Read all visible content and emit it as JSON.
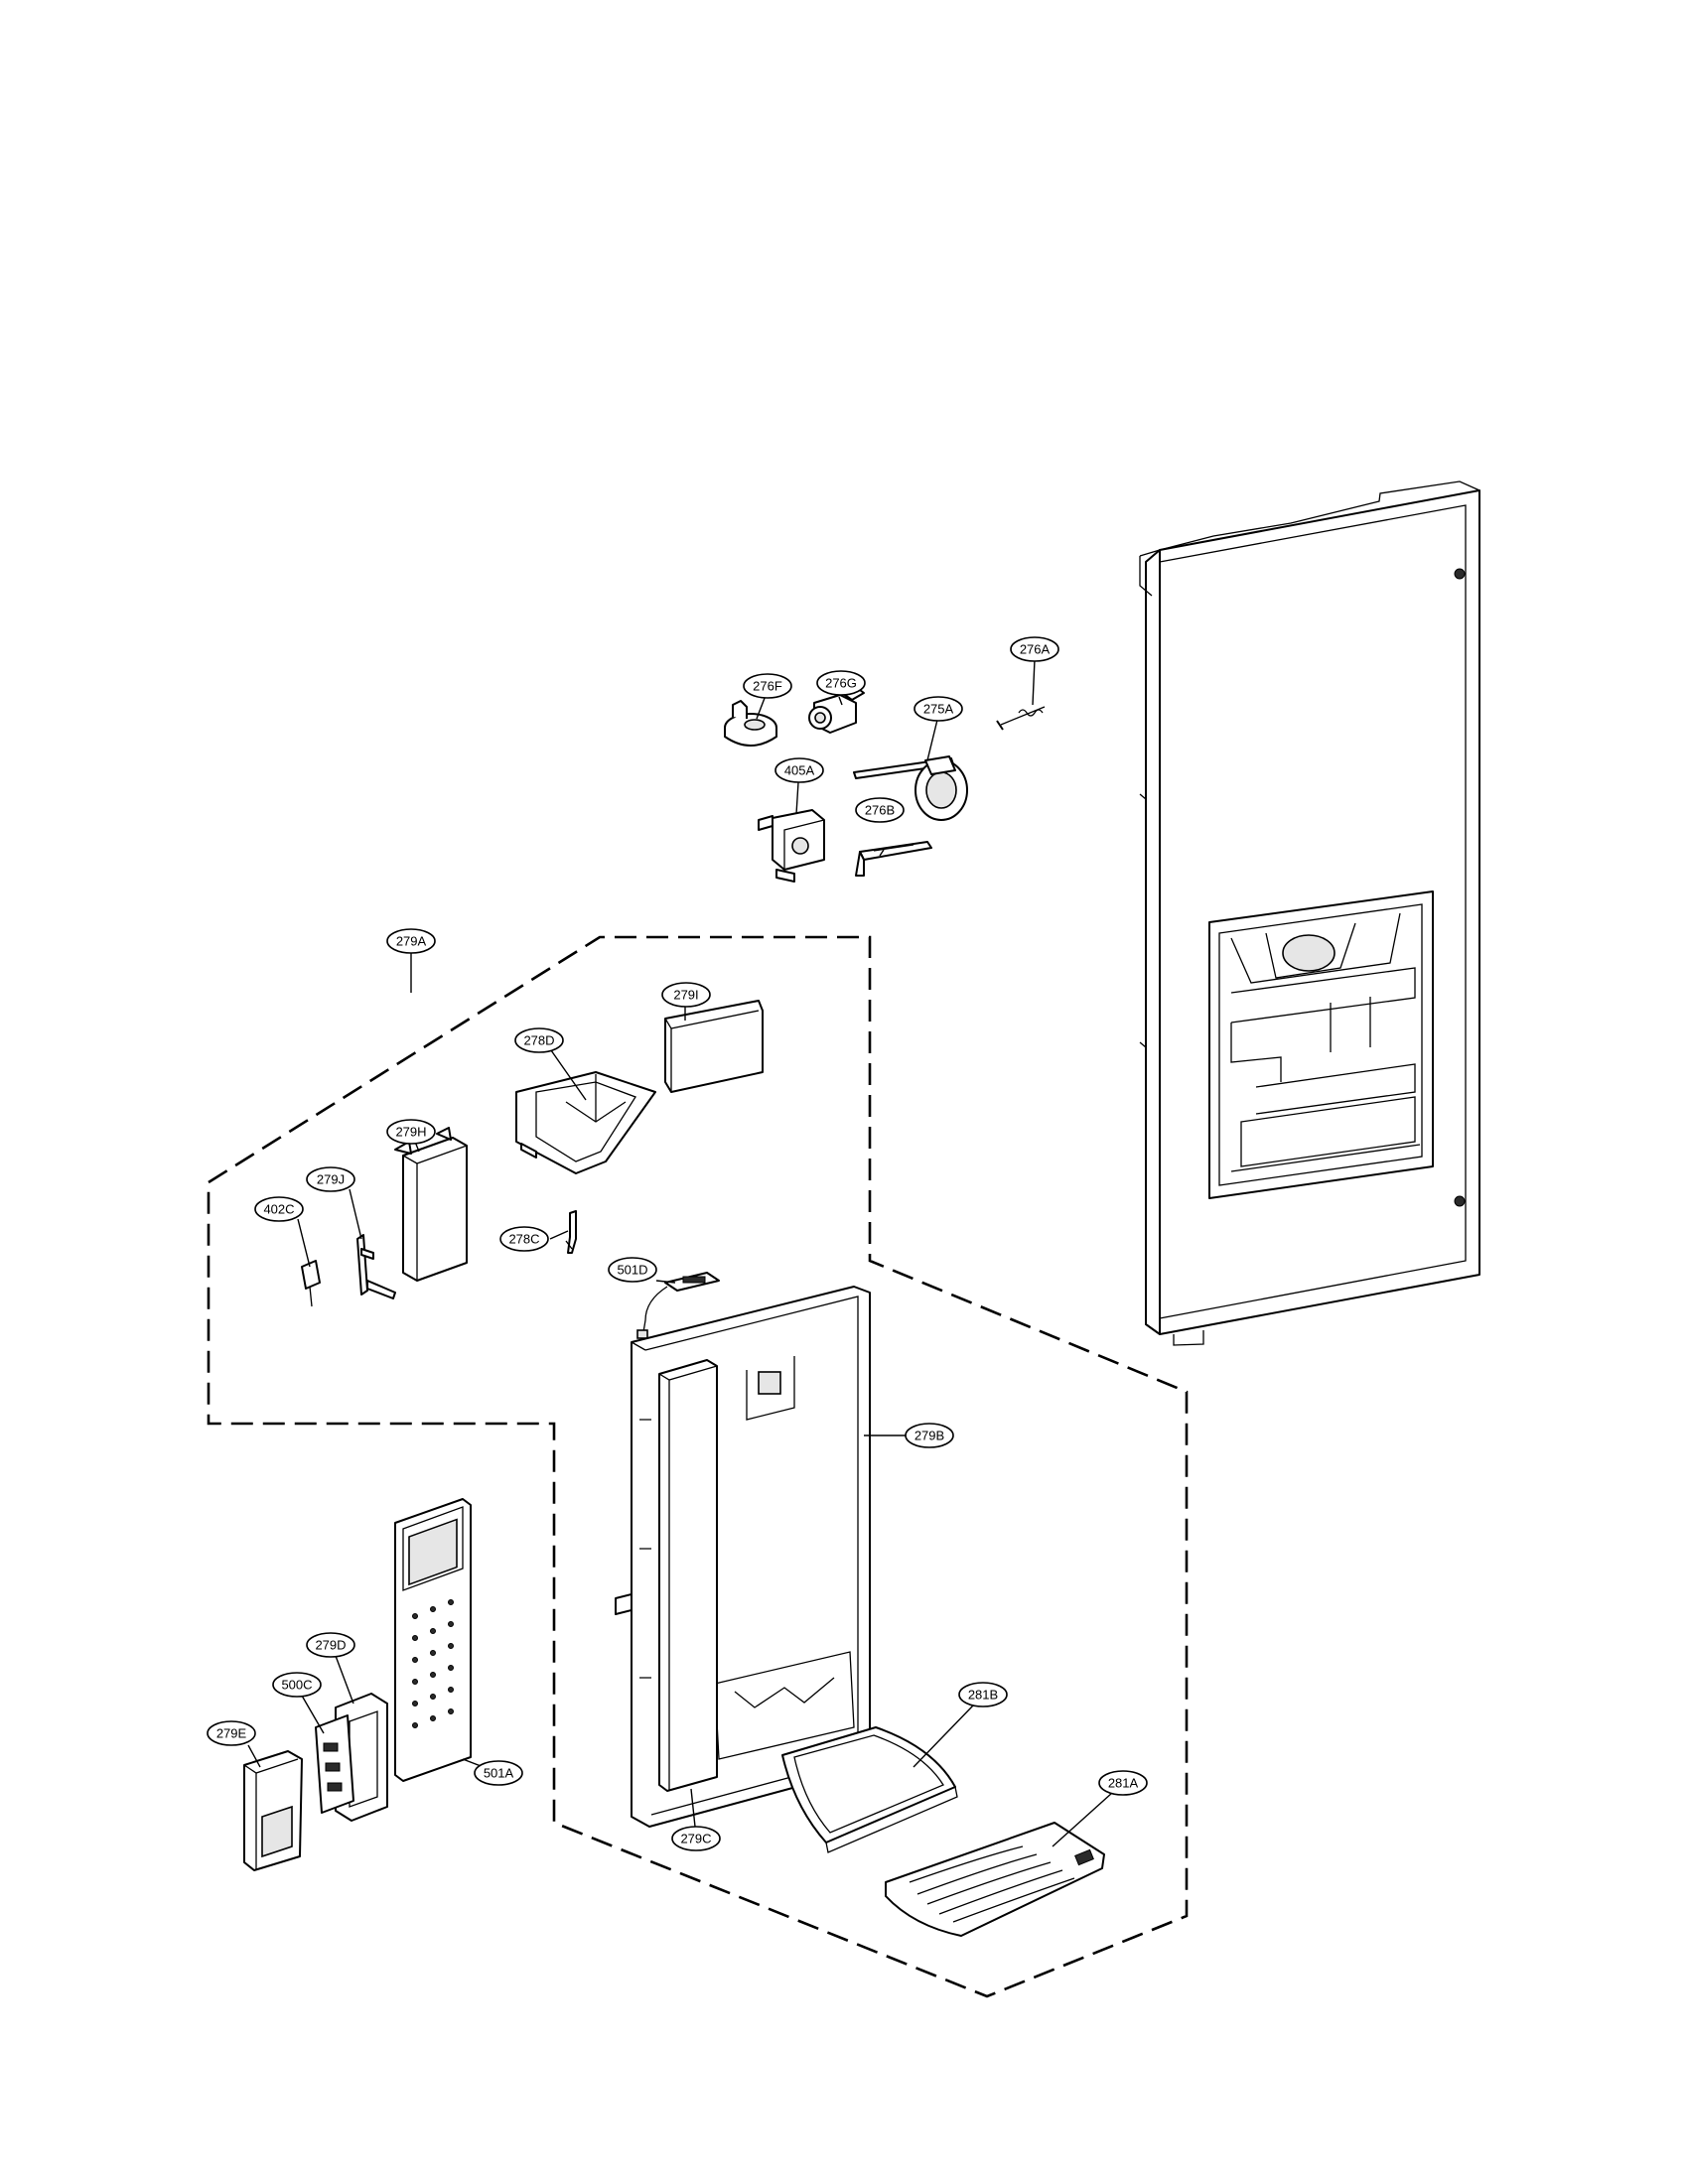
{
  "labels": {
    "l276G": "276G",
    "l276F": "276F",
    "l276A": "276A",
    "l275A": "275A",
    "l405A": "405A",
    "l276B": "276B",
    "l279A": "279A",
    "l279I": "279I",
    "l278D": "278D",
    "l279H": "279H",
    "l279J": "279J",
    "l402C": "402C",
    "l278C": "278C",
    "l501D": "501D",
    "l279B": "279B",
    "l279D": "279D",
    "l500C": "500C",
    "l279E": "279E",
    "l501A": "501A",
    "l281B": "281B",
    "l281A": "281A",
    "l279C": "279C"
  }
}
